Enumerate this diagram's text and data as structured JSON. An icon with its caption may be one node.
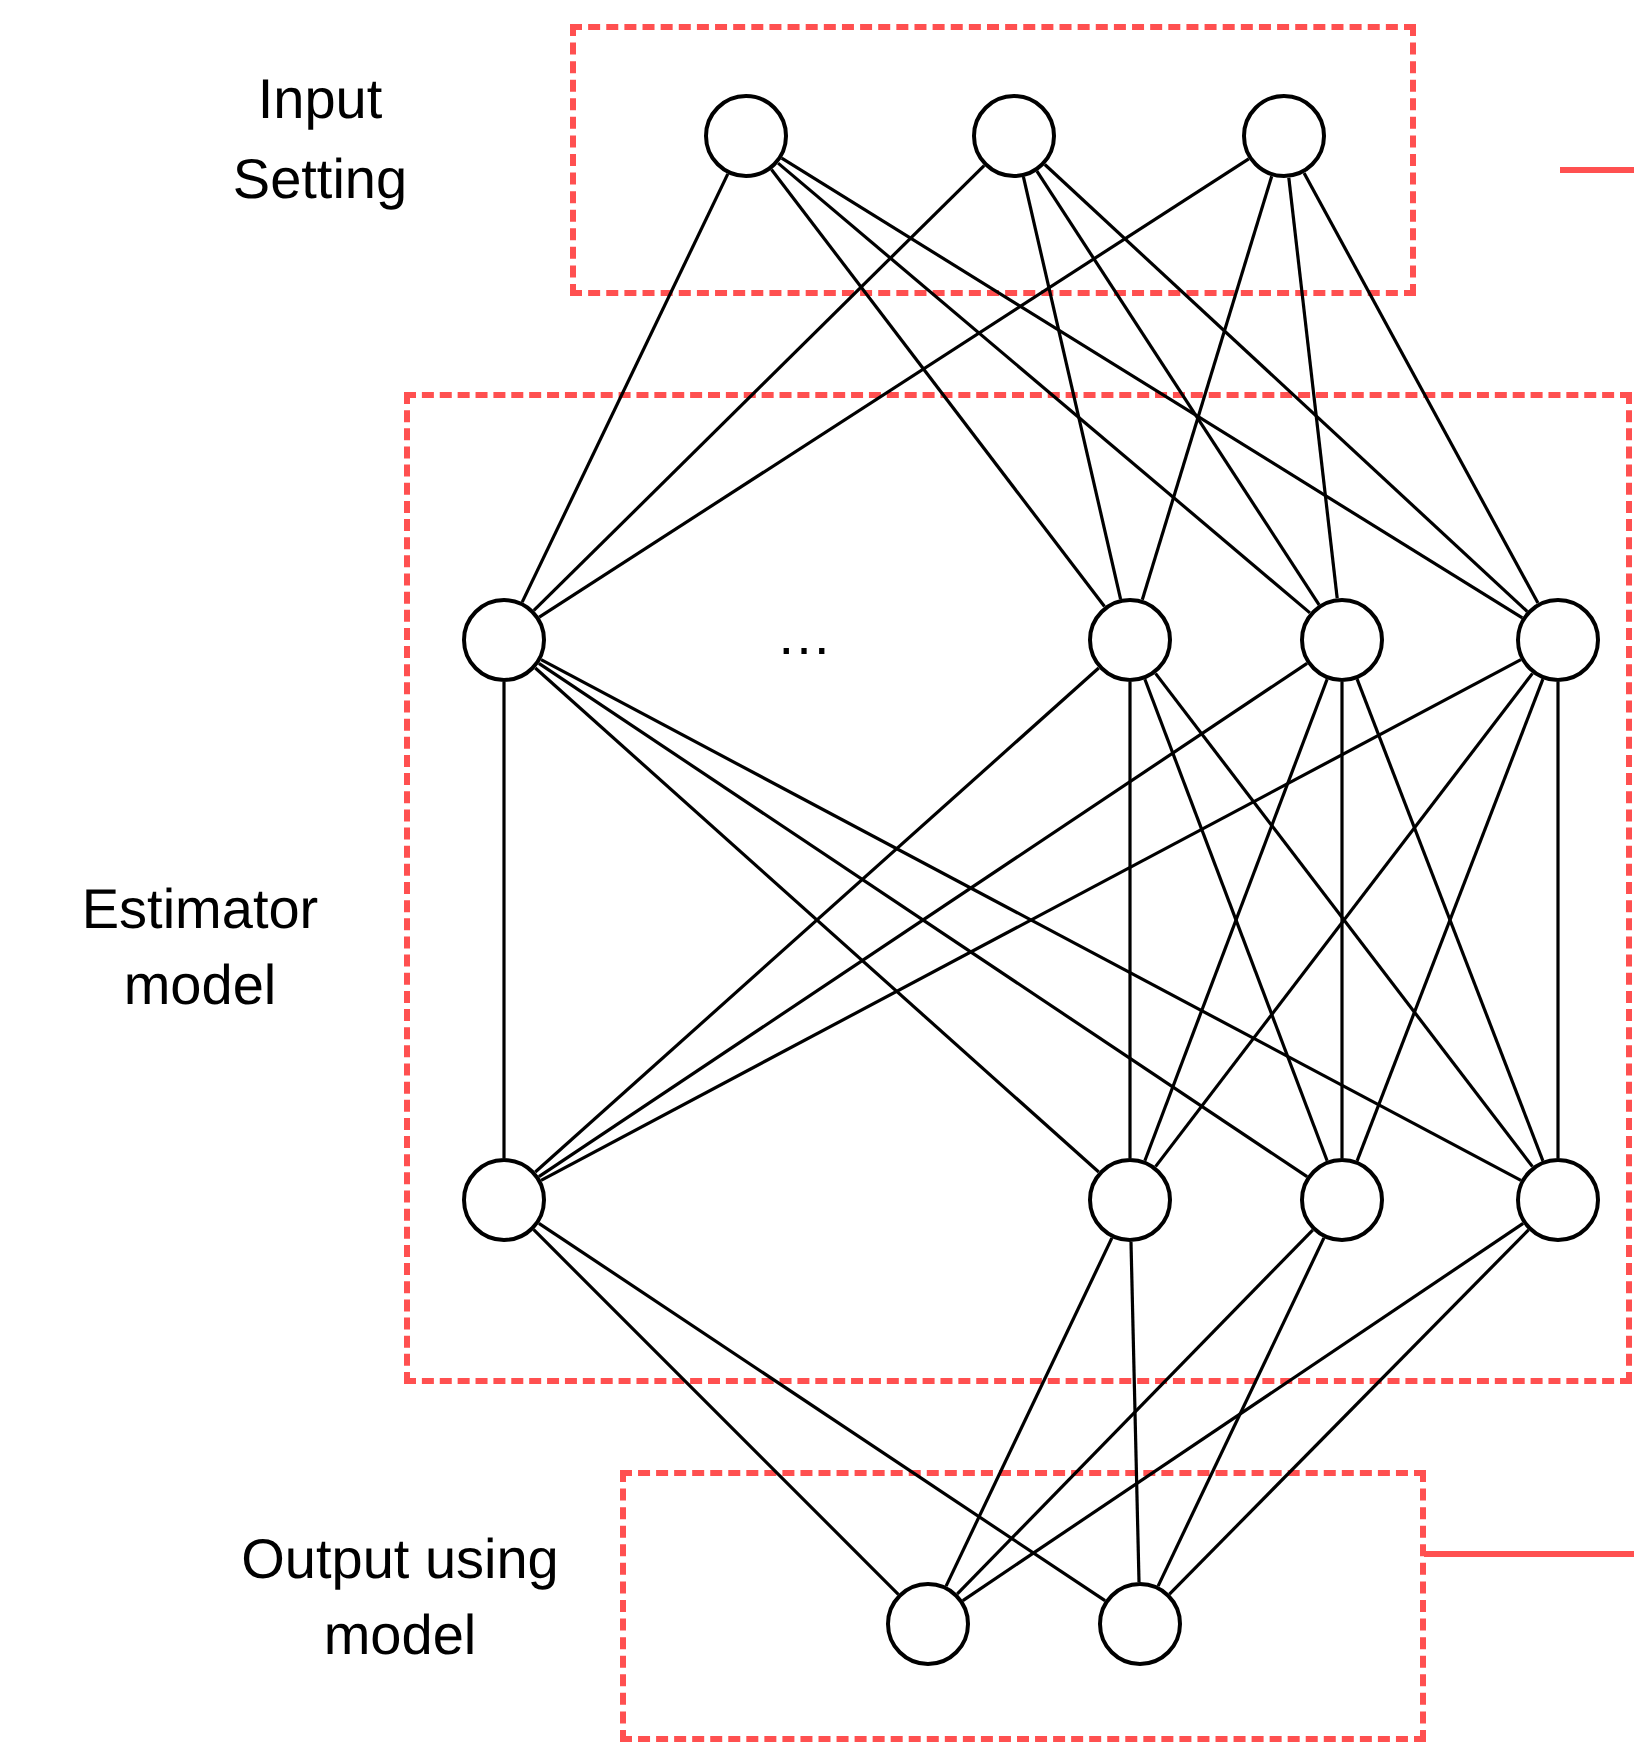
{
  "diagram": {
    "nodes": [
      {
        "text": [
          "Input Setting"
        ]
      },
      {
        "text": [],
        "shape": "circle",
        "in": 0
      },
      {
        "text": [],
        "shape": "circle",
        "in": 0
      },
      {
        "text": [],
        "shape": "circle",
        "in": 0
      },
      {
        "text": [
          "Estimator model"
        ]
      },
      {
        "text": [],
        "shape": "circle",
        "in": 4
      },
      {
        "text": [],
        "shape": "circle",
        "in": 4
      },
      {
        "text": [],
        "shape": "circle",
        "in": 4
      },
      {
        "text": [],
        "shape": "circle",
        "in": 4
      },
      {
        "text": [],
        "shape": "circle",
        "in": 4
      },
      {
        "text": [],
        "shape": "circle",
        "in": 4
      },
      {
        "text": [],
        "shape": "circle",
        "in": 4
      },
      {
        "text": [],
        "shape": "circle",
        "in": 4
      },
      {
        "text": [
          "Output using model"
        ]
      },
      {
        "text": [],
        "shape": "circle",
        "in": 13
      },
      {
        "text": [],
        "shape": "circle",
        "in": 13
      }
    ],
    "edges": [
      {
        "from": 1,
        "to": 5,
        "arrow": "none"
      },
      {
        "from": 1,
        "to": 6,
        "arrow": "none"
      },
      {
        "from": 1,
        "to": 7,
        "arrow": "none"
      },
      {
        "from": 1,
        "to": 8,
        "arrow": "none"
      },
      {
        "from": 2,
        "to": 5,
        "arrow": "none"
      },
      {
        "from": 2,
        "to": 6,
        "arrow": "none"
      },
      {
        "from": 2,
        "to": 7,
        "arrow": "none"
      },
      {
        "from": 2,
        "to": 8,
        "arrow": "none"
      },
      {
        "from": 3,
        "to": 5,
        "arrow": "none"
      },
      {
        "from": 3,
        "to": 6,
        "arrow": "none"
      },
      {
        "from": 3,
        "to": 7,
        "arrow": "none"
      },
      {
        "from": 3,
        "to": 8,
        "arrow": "none"
      },
      {
        "from": 5,
        "to": 9,
        "arrow": "none"
      },
      {
        "from": 5,
        "to": 10,
        "arrow": "none"
      },
      {
        "from": 5,
        "to": 11,
        "arrow": "none"
      },
      {
        "from": 5,
        "to": 12,
        "arrow": "none"
      },
      {
        "from": 6,
        "to": 9,
        "arrow": "none"
      },
      {
        "from": 6,
        "to": 10,
        "arrow": "none"
      },
      {
        "from": 6,
        "to": 11,
        "arrow": "none"
      },
      {
        "from": 6,
        "to": 12,
        "arrow": "none"
      },
      {
        "from": 7,
        "to": 9,
        "arrow": "none"
      },
      {
        "from": 7,
        "to": 10,
        "arrow": "none"
      },
      {
        "from": 7,
        "to": 11,
        "arrow": "none"
      },
      {
        "from": 7,
        "to": 12,
        "arrow": "none"
      },
      {
        "from": 8,
        "to": 9,
        "arrow": "none"
      },
      {
        "from": 8,
        "to": 10,
        "arrow": "none"
      },
      {
        "from": 8,
        "to": 11,
        "arrow": "none"
      },
      {
        "from": 8,
        "to": 12,
        "arrow": "none"
      },
      {
        "from": 9,
        "to": 14,
        "arrow": "none"
      },
      {
        "from": 9,
        "to": 15,
        "arrow": "none"
      },
      {
        "from": 10,
        "to": 14,
        "arrow": "none"
      },
      {
        "from": 10,
        "to": 15,
        "arrow": "none"
      },
      {
        "from": 11,
        "to": 14,
        "arrow": "none"
      },
      {
        "from": 11,
        "to": 15,
        "arrow": "none"
      },
      {
        "from": 12,
        "to": 14,
        "arrow": "none"
      },
      {
        "from": 12,
        "to": 15,
        "arrow": "none"
      },
      {
        "from": 13,
        "to": null,
        "arrow": "none",
        "color": "#ff5050"
      }
    ],
    "labels": [
      "…"
    ]
  }
}
